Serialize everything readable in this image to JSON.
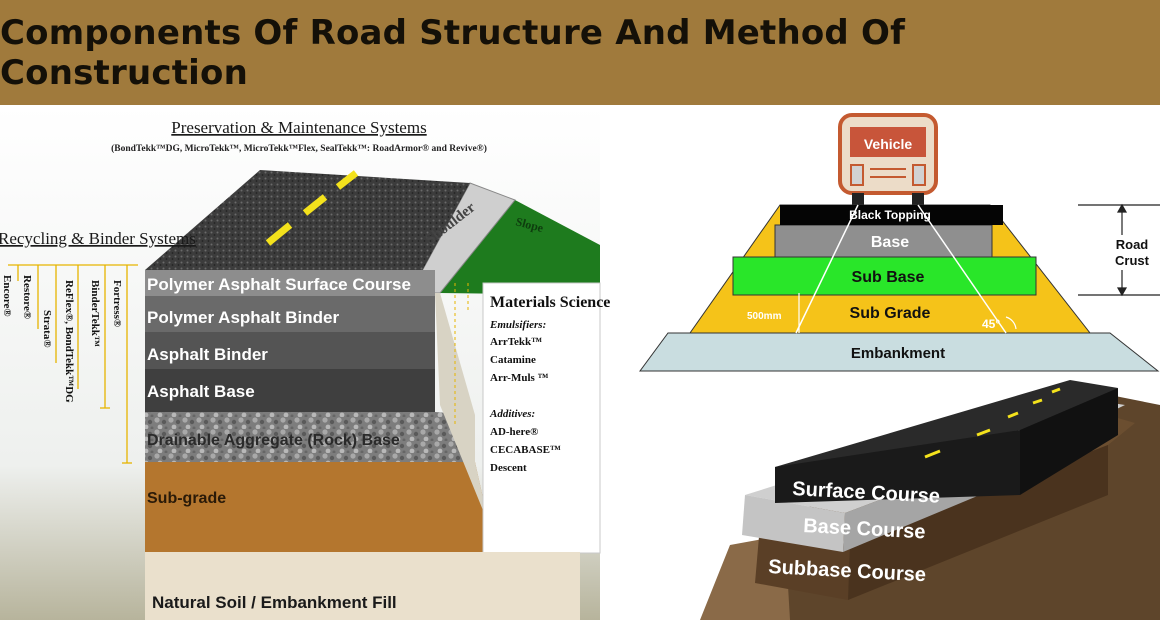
{
  "title": "Components Of Road Structure And Method Of Construction",
  "colors": {
    "banner": "#a07a3c",
    "title_text": "#141008",
    "polymer_surface": "#8d8d8d",
    "asphalt_base": "#3f3f3f",
    "subgrade_brown": "#b4762e",
    "natural_soil": "#eae0cc",
    "slope_green": "#1e7b1e",
    "crust_yellow": "#f5c319",
    "crust_green": "#29e629",
    "crust_gray": "#8f8f8f",
    "embankment_blue": "#c9dde0"
  },
  "left_diagram": {
    "preservation_title": "Preservation  & Maintenance Systems",
    "preservation_products": "(BondTekk™DG, MicroTekk™, MicroTekk™Flex, SealTekk™: RoadArmor® and Revive®)",
    "recycling_title": "Recycling & Binder Systems",
    "recycling_products": [
      "Encore®",
      "Restore®",
      "Strata®",
      "ReFlex®, BondTekk™DG",
      "BinderTekk™",
      "Fortress®"
    ],
    "shoulder": "Shoulder",
    "slope": "Slope",
    "layers": [
      "Polymer Asphalt Surface Course",
      "Polymer Asphalt Binder",
      "Asphalt Binder",
      "Asphalt Base",
      "Drainable Aggregate (Rock) Base",
      "Sub-grade",
      "Natural Soil / Embankment Fill"
    ],
    "materials": {
      "title": "Materials Science",
      "emulsifiers_heading": "Emulsifiers:",
      "emulsifiers": [
        "ArrTekk™",
        "Catamine",
        "Arr-Muls ™"
      ],
      "additives_heading": "Additives:",
      "additives": [
        "AD-here®",
        "CECABASE™",
        "Descent"
      ]
    }
  },
  "crust_diagram": {
    "vehicle": "Vehicle",
    "layers": [
      "Black Topping",
      "Base",
      "Sub Base",
      "Sub Grade",
      "Embankment"
    ],
    "dimension": "500mm",
    "angle": "45°",
    "crust_label_line1": "Road",
    "crust_label_line2": "Crust"
  },
  "course_diagram": {
    "layers": [
      "Surface Course",
      "Base Course",
      "Subbase Course"
    ]
  }
}
